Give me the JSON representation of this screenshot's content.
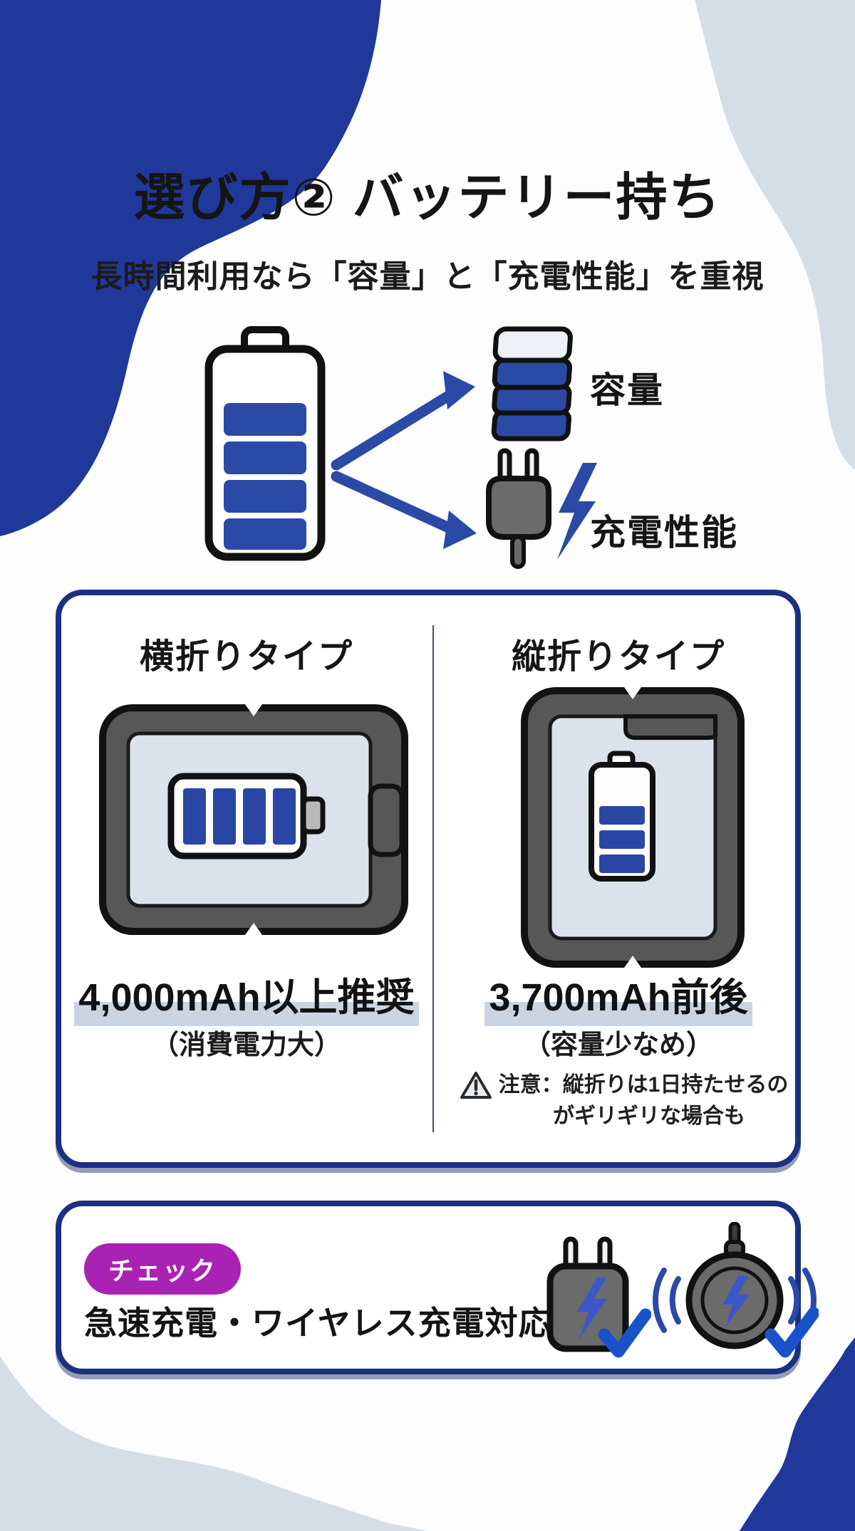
{
  "page": {
    "title": "選び方② バッテリー持ち",
    "subtitle": "長時間利用なら「容量」と「充電性能」を重視"
  },
  "diagram": {
    "source_icon": "battery-gauge",
    "branches": [
      {
        "label": "容量",
        "icon": "capacity-stack"
      },
      {
        "label": "充電性能",
        "icon": "plug-and-bolt"
      }
    ]
  },
  "comparison": {
    "left": {
      "header": "横折りタイプ",
      "device_icon": "horizontal-fold-device",
      "value": "4,000mAh以上推奨",
      "note": "（消費電力大）"
    },
    "right": {
      "header": "縦折りタイプ",
      "device_icon": "vertical-fold-device",
      "value": "3,700mAh前後",
      "note": "（容量少なめ）",
      "warning_line1": "注意：縦折りは1日持たせるの",
      "warning_line2": "がギリギリな場合も"
    }
  },
  "check_section": {
    "badge": "チェック",
    "text": "急速充電・ワイヤレス充電対応",
    "icons": [
      "fast-charger-checked",
      "wireless-charger-checked"
    ]
  },
  "colors": {
    "navy_blob": "#21389b",
    "light_blob": "#d5dde6",
    "accent_blue": "#2b4aa6",
    "card_border_navy": "#1c3080",
    "value_highlight": "#c9d5e3",
    "badge_magenta": "#a922b4",
    "check_blue": "#1a52cc",
    "device_gray": "#575757",
    "screen_gray_blue": "#dbe2ec"
  }
}
